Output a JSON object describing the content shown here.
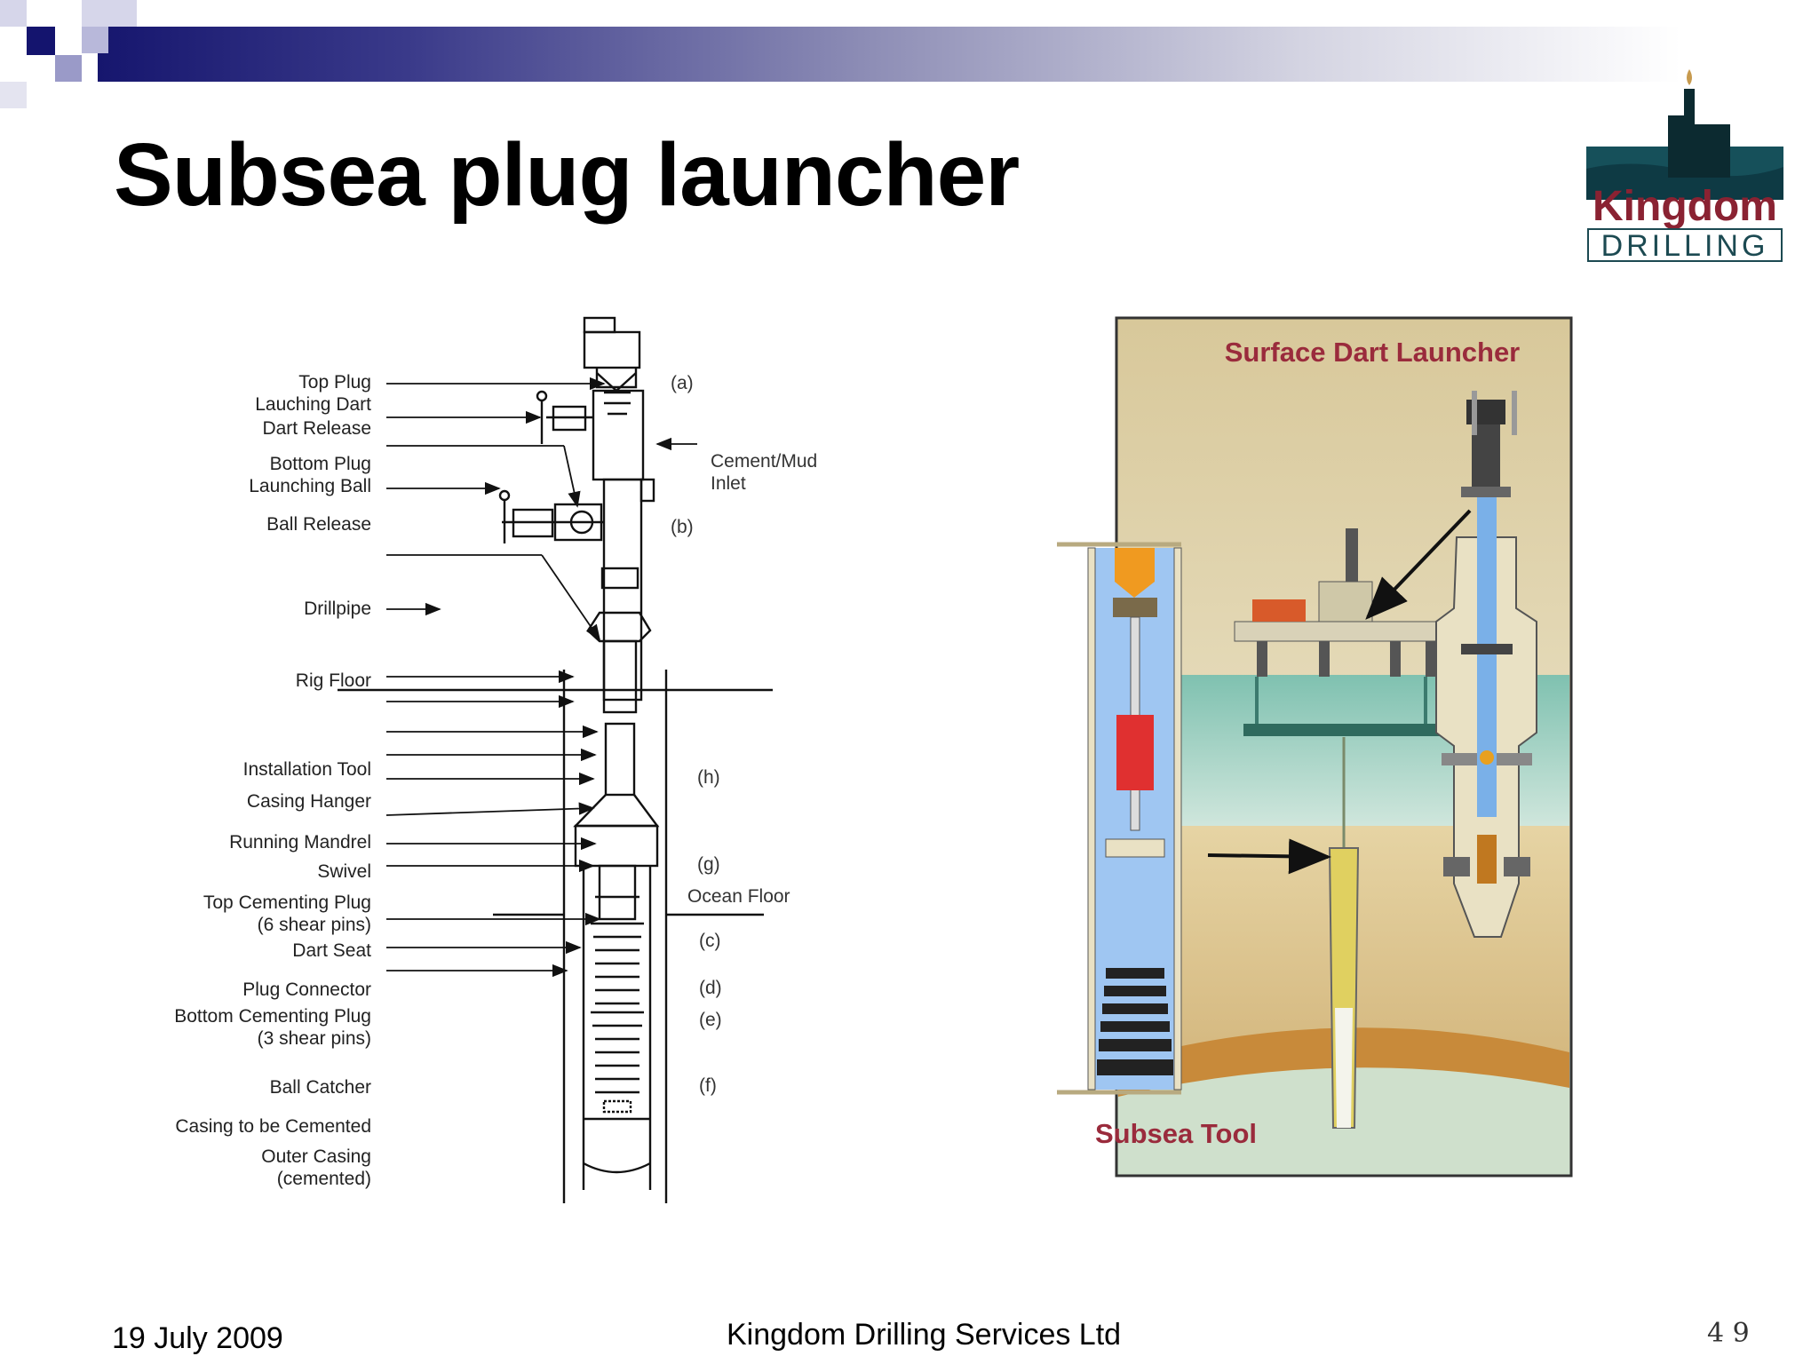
{
  "slide": {
    "title": "Subsea plug launcher",
    "footer_date": "19 July 2009",
    "footer_company": "Kingdom Drilling Services Ltd",
    "page_number": "4 9"
  },
  "logo": {
    "line1": "Kingdom",
    "line2": "DRILLING",
    "icon": "oil-rig-logo-icon"
  },
  "left_diagram": {
    "labels": [
      "Top Plug",
      "Lauching Dart",
      "Dart Release",
      "Bottom Plug",
      "Launching Ball",
      "Ball Release",
      "Drillpipe",
      "Rig Floor",
      "Installation Tool",
      "Casing Hanger",
      "Running Mandrel",
      "Swivel",
      "Top Cementing Plug",
      "(6 shear pins)",
      "Dart Seat",
      "Plug Connector",
      "Bottom Cementing Plug",
      "(3 shear pins)",
      "Ball Catcher",
      "Casing to be Cemented",
      "Outer Casing",
      "(cemented)"
    ],
    "right_labels": [
      "Cement/Mud",
      "Inlet",
      "Ocean Floor"
    ],
    "tags": [
      "(a)",
      "(b)",
      "(h)",
      "(g)",
      "(c)",
      "(d)",
      "(e)",
      "(f)"
    ]
  },
  "right_diagram": {
    "surface_label": "Surface Dart Launcher",
    "subsea_label": "Subsea Tool",
    "label_color": "#9a2b3c"
  }
}
